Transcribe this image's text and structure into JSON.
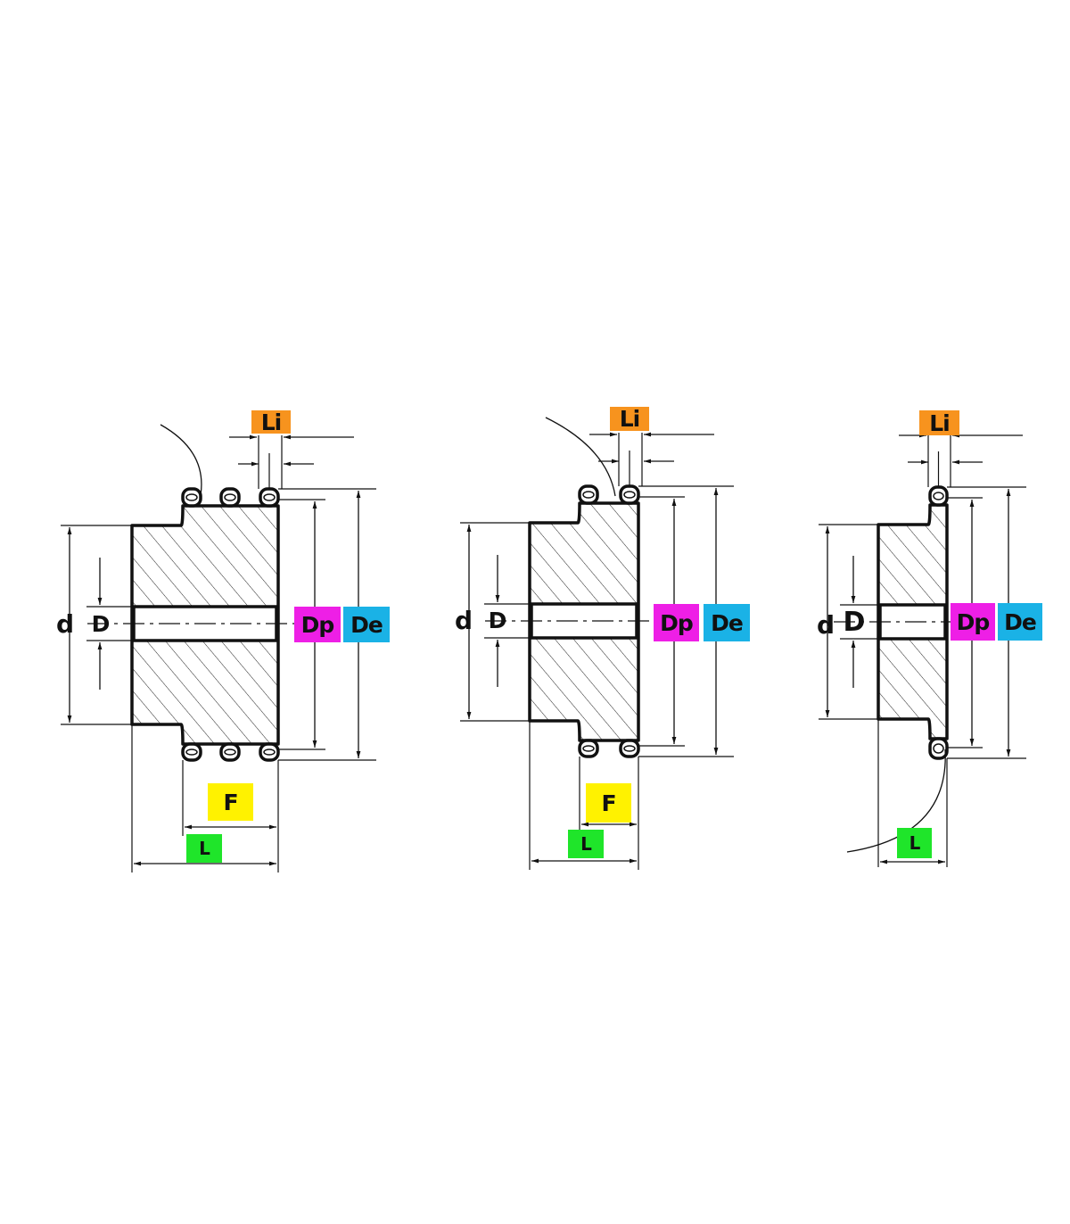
{
  "colors": {
    "Li": "#f7931e",
    "Dp": "#ee1fe6",
    "De": "#1ab2e6",
    "F": "#fff200",
    "L": "#1fe52a"
  },
  "sprockets": [
    {
      "name": "triple-sprocket",
      "teeth_count": 3,
      "labels": {
        "Li": "Li",
        "d": "d",
        "D": "D",
        "Dp": "Dp",
        "De": "De",
        "F": "F",
        "L": "L"
      }
    },
    {
      "name": "double-sprocket",
      "teeth_count": 2,
      "labels": {
        "Li": "Li",
        "d": "d",
        "D": "D",
        "Dp": "Dp",
        "De": "De",
        "F": "F",
        "L": "L"
      }
    },
    {
      "name": "single-sprocket",
      "teeth_count": 1,
      "labels": {
        "Li": "Li",
        "d": "d",
        "D": "D",
        "Dp": "Dp",
        "De": "De",
        "L": "L"
      }
    }
  ]
}
